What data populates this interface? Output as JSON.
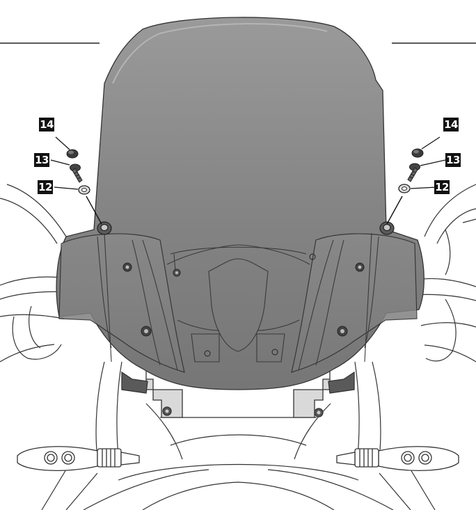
{
  "callouts": {
    "left_14": "14",
    "left_13": "13",
    "left_12": "12",
    "right_14": "14",
    "right_13": "13",
    "right_12": "12"
  },
  "colors": {
    "windscreen_tint": "#8c8c8c",
    "badge_fill": "#111111",
    "line": "#222222"
  }
}
